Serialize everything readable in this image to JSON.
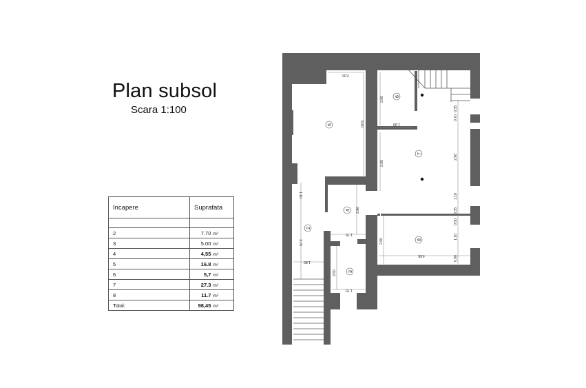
{
  "header": {
    "title": "Plan subsol",
    "scale": "Scara 1:100"
  },
  "area_table": {
    "columns": [
      "Incapere",
      "Suprafata"
    ],
    "unit": "m²",
    "rows": [
      {
        "room": "2",
        "area": "7.70"
      },
      {
        "room": "3",
        "area": "5.00"
      },
      {
        "room": "4",
        "area": "4,55"
      },
      {
        "room": "5",
        "area": "16.8"
      },
      {
        "room": "6",
        "area": "5,7"
      },
      {
        "room": "7",
        "area": "27.3"
      },
      {
        "room": "8",
        "area": "11.7"
      }
    ],
    "total_label": "Total:",
    "total_value": "98,45"
  },
  "floor_plan": {
    "colors": {
      "wall": "#5f5f5f",
      "floor": "#ffffff",
      "dim_line": "#8a8a8a"
    },
    "rooms": [
      {
        "id": "2",
        "label": "2"
      },
      {
        "id": "3",
        "label": "3"
      },
      {
        "id": "4",
        "label": "4"
      },
      {
        "id": "5",
        "label": "5"
      },
      {
        "id": "6",
        "label": "6"
      },
      {
        "id": "7",
        "label": "7"
      },
      {
        "id": "8",
        "label": "8"
      }
    ],
    "dimensions": {
      "r5_width": "2.05",
      "r5_height": "5.50",
      "r6_height": "3.00",
      "r6_width": "1.90",
      "r7_height": "3.00",
      "r2_upper": "1.10",
      "r2_lower": "3.70",
      "r2_width": "1.80",
      "r4_height": "2.80",
      "r4_width": "1.75",
      "r3_height": "2.60",
      "r3_width": "1.75",
      "r8_height": "2.60",
      "r8_width": "4.55",
      "right_0_35": "0.35",
      "right_0_70": "0.70",
      "right_2_90": "2.90",
      "right_1_10a": "1.10",
      "right_0_50": "0.50",
      "right_0_35b": "0.35",
      "right_1_10b": "1.10",
      "right_0_90": "0.90"
    }
  }
}
